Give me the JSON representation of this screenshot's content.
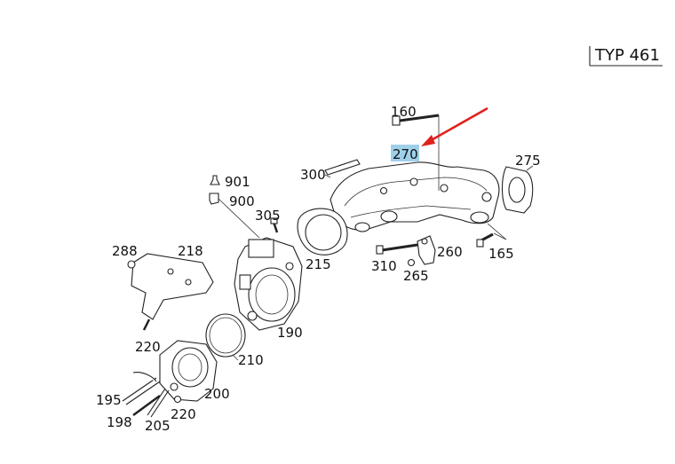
{
  "header": {
    "type_label": "TYP 461"
  },
  "highlight": {
    "part": "270",
    "color": "#9fd0ea",
    "arrow_color": "#e0201c"
  },
  "parts": [
    {
      "id": "160",
      "label": "160"
    },
    {
      "id": "270",
      "label": "270"
    },
    {
      "id": "275",
      "label": "275"
    },
    {
      "id": "300",
      "label": "300"
    },
    {
      "id": "901",
      "label": "901"
    },
    {
      "id": "900",
      "label": "900"
    },
    {
      "id": "305",
      "label": "305"
    },
    {
      "id": "215",
      "label": "215"
    },
    {
      "id": "260",
      "label": "260"
    },
    {
      "id": "310",
      "label": "310"
    },
    {
      "id": "265",
      "label": "265"
    },
    {
      "id": "165",
      "label": "165"
    },
    {
      "id": "288",
      "label": "288"
    },
    {
      "id": "218",
      "label": "218"
    },
    {
      "id": "220a",
      "label": "220"
    },
    {
      "id": "190",
      "label": "190"
    },
    {
      "id": "210",
      "label": "210"
    },
    {
      "id": "200",
      "label": "200"
    },
    {
      "id": "195",
      "label": "195"
    },
    {
      "id": "198",
      "label": "198"
    },
    {
      "id": "205",
      "label": "205"
    },
    {
      "id": "220b",
      "label": "220"
    }
  ]
}
